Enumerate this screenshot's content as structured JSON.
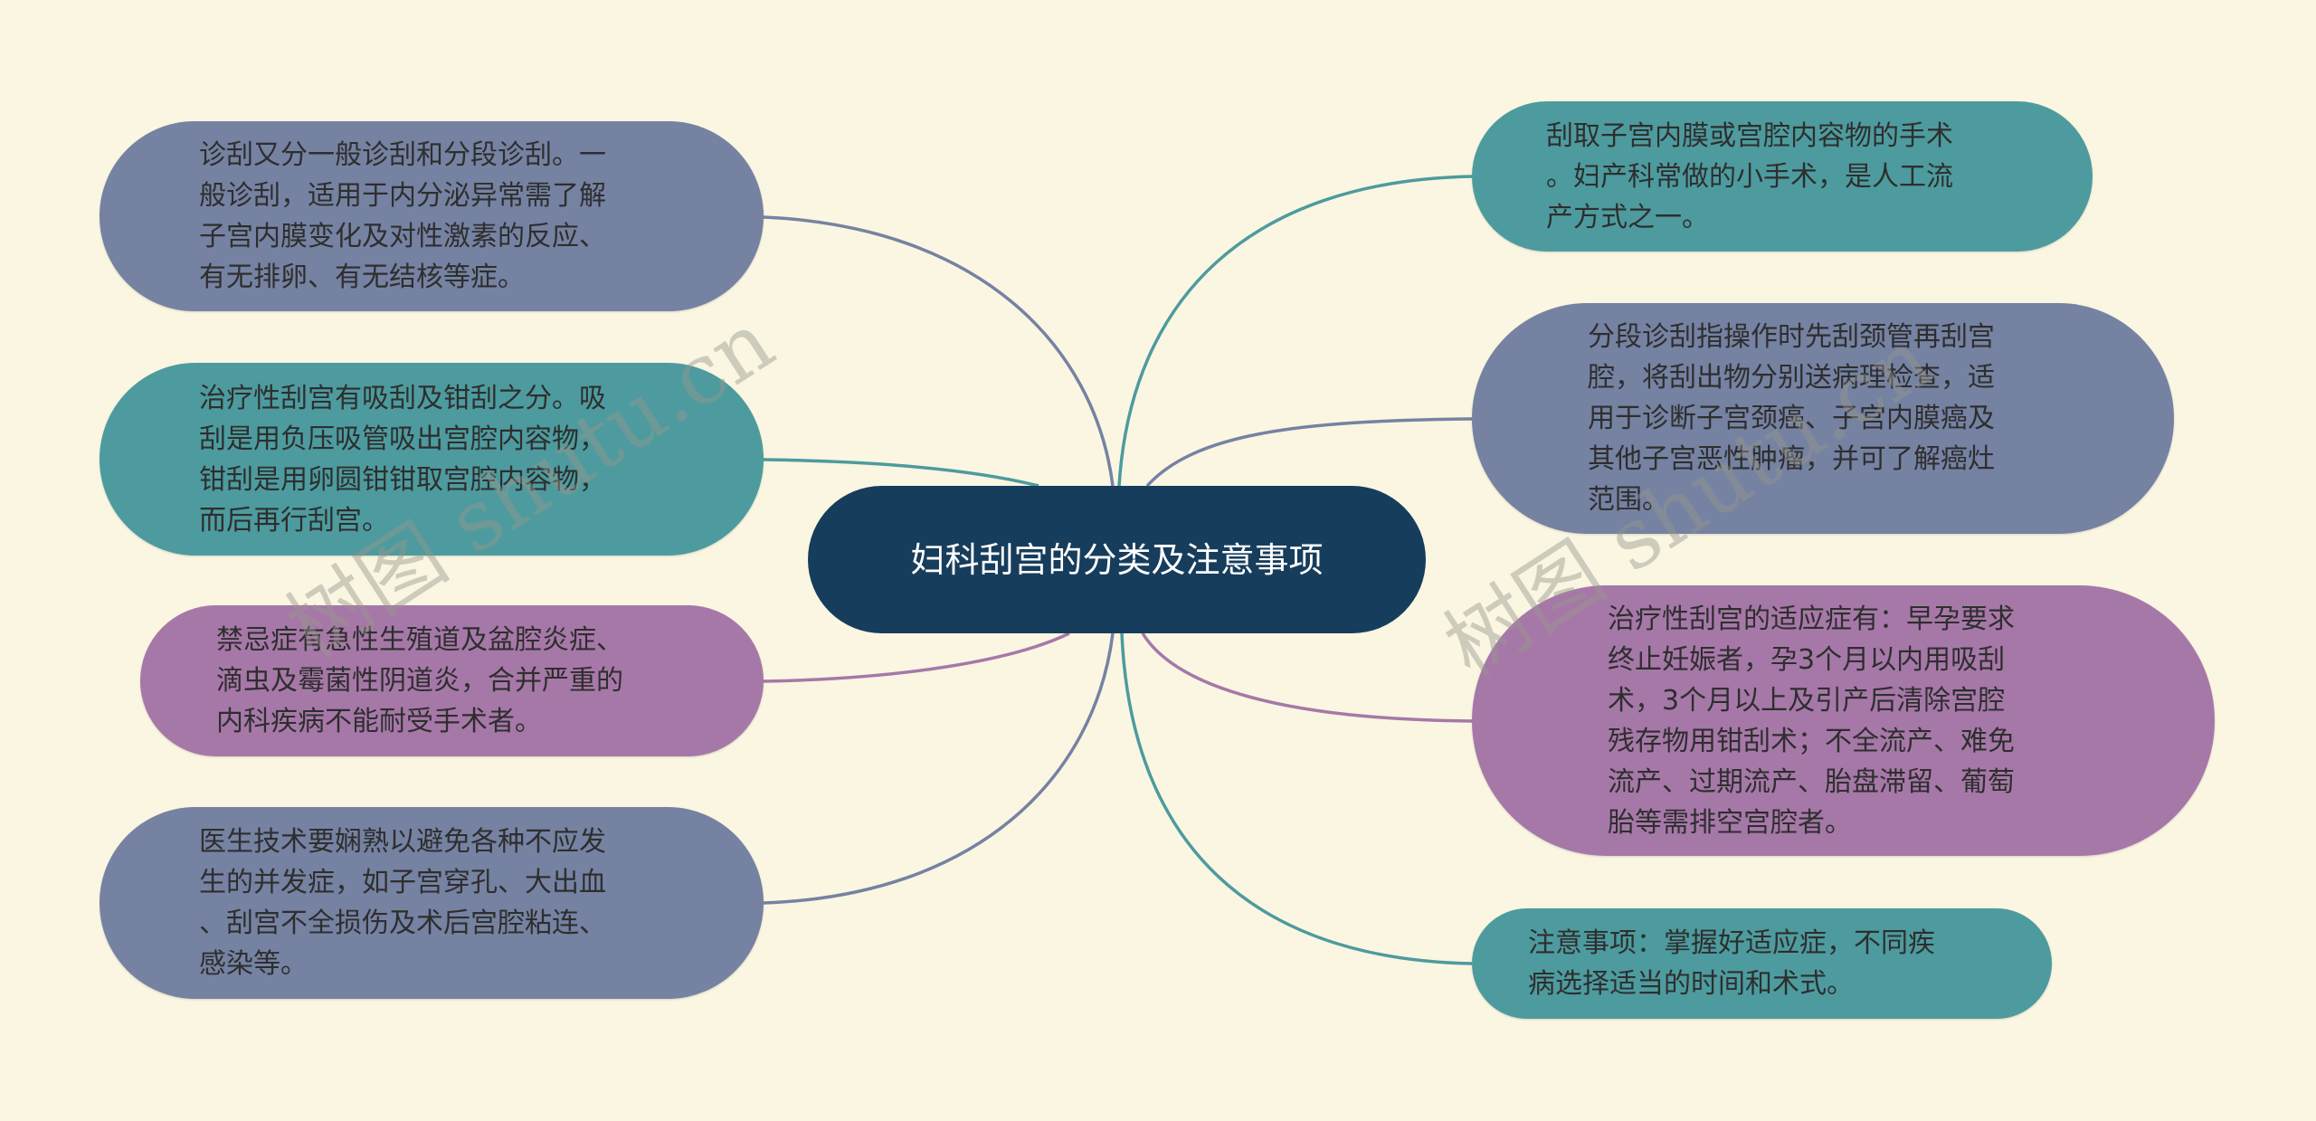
{
  "colors": {
    "background": "#faf6e2",
    "center": "#173d5c",
    "slate": "#7582a2",
    "teal": "#4d9b9e",
    "purple": "#a678a8"
  },
  "center": {
    "title": "妇科刮宫的分类及注意事项"
  },
  "left_nodes": [
    {
      "text": "诊刮又分一般诊刮和分段诊刮。一\n般诊刮，适用于内分泌异常需了解\n子宫内膜变化及对性激素的反应、\n有无排卵、有无结核等症。",
      "color": "slate"
    },
    {
      "text": "治疗性刮宫有吸刮及钳刮之分。吸\n刮是用负压吸管吸出宫腔内容物，\n钳刮是用卵圆钳钳取宫腔内容物，\n而后再行刮宫。",
      "color": "teal"
    },
    {
      "text": "禁忌症有急性生殖道及盆腔炎症、\n滴虫及霉菌性阴道炎，合并严重的\n内科疾病不能耐受手术者。",
      "color": "purple"
    },
    {
      "text": "医生技术要娴熟以避免各种不应发\n生的并发症，如子宫穿孔、大出血\n、刮宫不全损伤及术后宫腔粘连、\n感染等。",
      "color": "slate"
    }
  ],
  "right_nodes": [
    {
      "text": "刮取子宫内膜或宫腔内容物的手术\n。妇产科常做的小手术，是人工流\n产方式之一。",
      "color": "teal"
    },
    {
      "text": "分段诊刮指操作时先刮颈管再刮宫\n腔，将刮出物分别送病理检查，适\n用于诊断子宫颈癌、子宫内膜癌及\n其他子宫恶性肿瘤，并可了解癌灶\n范围。",
      "color": "slate"
    },
    {
      "text": "治疗性刮宫的适应症有：早孕要求\n终止妊娠者，孕3个月以内用吸刮\n术，3个月以上及引产后清除宫腔\n残存物用钳刮术；不全流产、难免\n流产、过期流产、胎盘滞留、葡萄\n胎等需排空宫腔者。",
      "color": "purple"
    },
    {
      "text": "注意事项：掌握好适应症，不同疾\n病选择适当的时间和术式。",
      "color": "teal"
    }
  ],
  "watermark": {
    "text": "树图 shutu.cn"
  }
}
